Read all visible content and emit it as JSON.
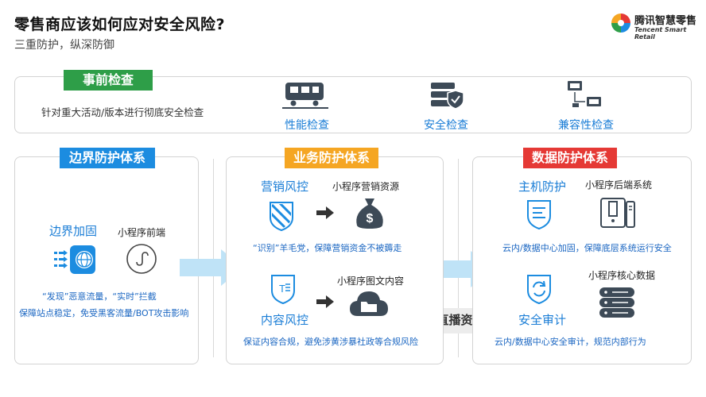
{
  "header": {
    "title": "零售商应该如何应对安全风险?",
    "subtitle": "三重防护，纵深防御"
  },
  "logo": {
    "cn": "腾讯智慧零售",
    "en": "Tencent Smart Retail"
  },
  "pre_check": {
    "tag": "事前检查",
    "description": "针对重大活动/版本进行彻底安全检查",
    "items": [
      {
        "label": "性能检查",
        "icon": "train-icon"
      },
      {
        "label": "安全检查",
        "icon": "server-shield-icon"
      },
      {
        "label": "兼容性检查",
        "icon": "network-computers-icon"
      }
    ]
  },
  "boundary": {
    "tag": "边界防护体系",
    "item_title": "边界加固",
    "item_sub": "小程序前端",
    "desc_line1": "“发现”恶意流量，“实时”拦截",
    "desc_line2": "保障站点稳定，免受黑客流量/BOT攻击影响"
  },
  "business": {
    "tag": "业务防护体系",
    "marketing_title": "营销风控",
    "marketing_target": "小程序营销资源",
    "marketing_desc": "“识别”羊毛党，保障营销资金不被薅走",
    "content_target": "小程序图文内容",
    "content_title": "内容风控",
    "content_desc": "保证内容合规，避免涉黄涉暴社政等合规风险"
  },
  "data_protection": {
    "tag": "数据防护体系",
    "host_title": "主机防护",
    "host_target": "小程序后端系统",
    "host_desc": "云内/数据中心加固，保障底层系统运行安全",
    "core_target": "小程序核心数据",
    "audit_title": "安全审计",
    "audit_desc": "云内/数据中心安全审计，规范内部行为"
  },
  "ghost_text": "直播资",
  "colors": {
    "green": "#2e9e48",
    "blue": "#1c8ce0",
    "orange": "#f5a623",
    "red": "#e53935",
    "arrow": "#bfe3f7"
  }
}
